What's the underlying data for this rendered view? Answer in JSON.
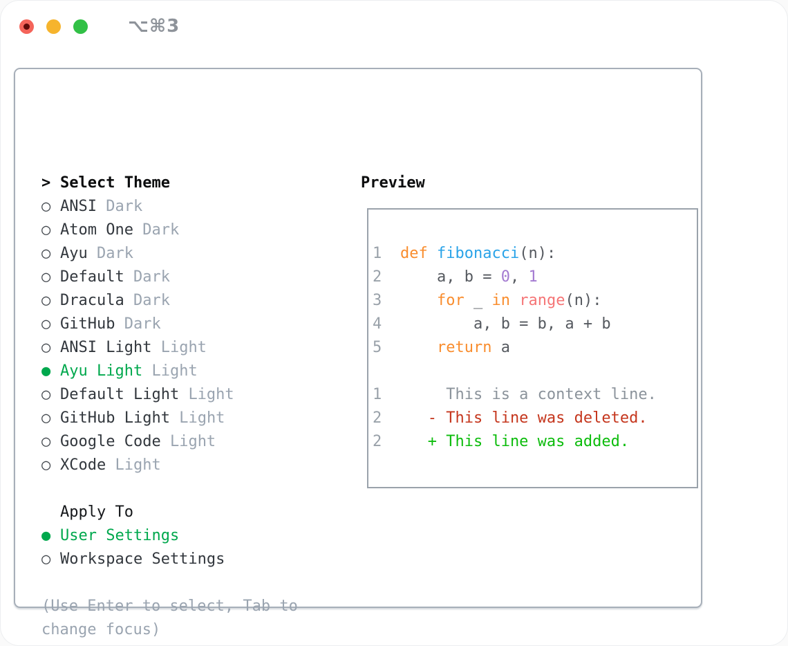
{
  "window": {
    "title": "⌥⌘3",
    "controls": [
      "close-button",
      "minimize-button",
      "zoom-button"
    ]
  },
  "panel": {
    "theme_list": {
      "header_prefix": ">",
      "header": "Select Theme",
      "items": [
        {
          "name": "ANSI",
          "variant": "Dark",
          "selected": false
        },
        {
          "name": "Atom One",
          "variant": "Dark",
          "selected": false
        },
        {
          "name": "Ayu",
          "variant": "Dark",
          "selected": false
        },
        {
          "name": "Default",
          "variant": "Dark",
          "selected": false
        },
        {
          "name": "Dracula",
          "variant": "Dark",
          "selected": false
        },
        {
          "name": "GitHub",
          "variant": "Dark",
          "selected": false
        },
        {
          "name": "ANSI Light",
          "variant": "Light",
          "selected": false
        },
        {
          "name": "Ayu Light",
          "variant": "Light",
          "selected": true
        },
        {
          "name": "Default Light",
          "variant": "Light",
          "selected": false
        },
        {
          "name": "GitHub Light",
          "variant": "Light",
          "selected": false
        },
        {
          "name": "Google Code",
          "variant": "Light",
          "selected": false
        },
        {
          "name": "XCode",
          "variant": "Light",
          "selected": false
        }
      ]
    },
    "apply_to": {
      "header": "Apply To",
      "options": [
        {
          "label": "User Settings",
          "selected": true
        },
        {
          "label": "Workspace Settings",
          "selected": false
        }
      ]
    },
    "hint": "(Use Enter to select, Tab to change focus)",
    "preview": {
      "header": "Preview",
      "lines": [
        {
          "num": "1",
          "tokens": [
            {
              "text": "def",
              "style": "keyword"
            },
            {
              "text": " ",
              "style": "plain"
            },
            {
              "text": "fibonacci",
              "style": "function"
            },
            {
              "text": "(n):",
              "style": "plain"
            }
          ]
        },
        {
          "num": "2",
          "tokens": [
            {
              "text": "    a, b = ",
              "style": "plain"
            },
            {
              "text": "0",
              "style": "number"
            },
            {
              "text": ", ",
              "style": "plain"
            },
            {
              "text": "1",
              "style": "number"
            }
          ]
        },
        {
          "num": "3",
          "tokens": [
            {
              "text": "    ",
              "style": "plain"
            },
            {
              "text": "for",
              "style": "keyword"
            },
            {
              "text": " _ ",
              "style": "plain"
            },
            {
              "text": "in",
              "style": "keyword"
            },
            {
              "text": " ",
              "style": "plain"
            },
            {
              "text": "range",
              "style": "call"
            },
            {
              "text": "(n):",
              "style": "plain"
            }
          ]
        },
        {
          "num": "4",
          "tokens": [
            {
              "text": "        a, b = b, a + b",
              "style": "plain"
            }
          ]
        },
        {
          "num": "5",
          "tokens": [
            {
              "text": "    ",
              "style": "plain"
            },
            {
              "text": "return",
              "style": "keyword"
            },
            {
              "text": " a",
              "style": "plain"
            }
          ]
        },
        {
          "num": "",
          "tokens": []
        },
        {
          "num": "1",
          "tokens": [
            {
              "text": "     This is a context line.",
              "style": "context"
            }
          ]
        },
        {
          "num": "2",
          "tokens": [
            {
              "text": "   - This line was deleted.",
              "style": "deleted"
            }
          ]
        },
        {
          "num": "2",
          "tokens": [
            {
              "text": "   + This line was added.",
              "style": "added"
            }
          ]
        }
      ]
    }
  },
  "colors": {
    "selection_green": "#00a84d",
    "traffic_red": "#f4645a",
    "traffic_yellow": "#f6b42d",
    "traffic_green": "#32c046",
    "code_keyword": "#f98d2e",
    "code_function": "#2aa3e8",
    "code_call": "#f57576",
    "code_number": "#a37ad1",
    "code_plain": "#55595f",
    "diff_deleted": "#c5361d",
    "diff_added": "#0cbc0c",
    "muted_gray": "#9aa4b0"
  }
}
